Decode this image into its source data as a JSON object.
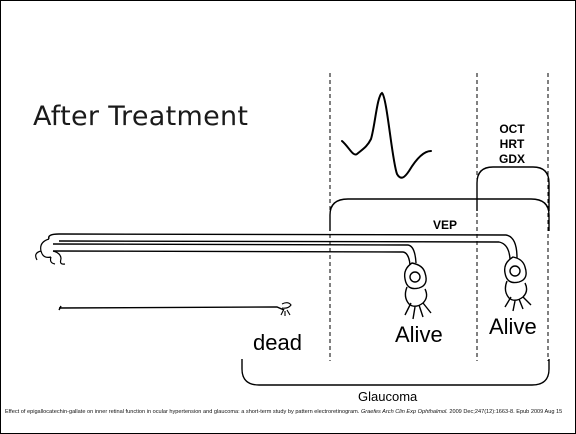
{
  "slide": {
    "title": "After Treatment",
    "tests": [
      "OCT",
      "HRT",
      "GDX"
    ],
    "vep_label": "VEP",
    "cell_labels": {
      "dead": "dead",
      "alive_left": "Alive",
      "alive_right": "Alive"
    },
    "group_label": "Glaucoma",
    "citation": {
      "text_plain": "Effect of epigallocatechin-gallate on inner retinal function in ocular hypertension and glaucoma: a short-term study by pattern electroretinogram.",
      "journal": "Graefes Arch Clin Exp Ophthalmol.",
      "year": "2009",
      "trailing": "Dec;247(12):1663-8. Epub 2009 Aug 15"
    }
  }
}
